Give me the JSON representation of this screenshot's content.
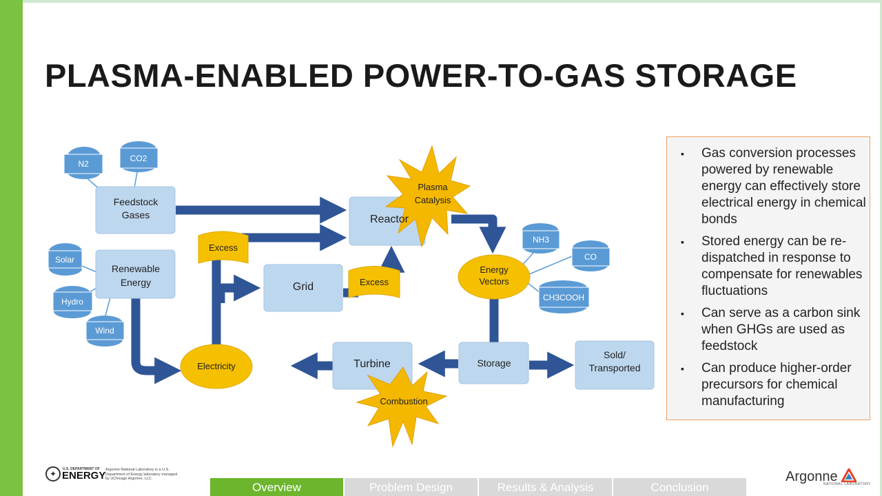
{
  "slide": {
    "title": "PLASMA-ENABLED POWER-TO-GAS STORAGE"
  },
  "diagram": {
    "nodes": {
      "feedstock": [
        "Feedstock",
        "Gases"
      ],
      "renewable": [
        "Renewable",
        "Energy"
      ],
      "reactor": "Reactor",
      "grid": "Grid",
      "energy_vectors": [
        "Energy",
        "Vectors"
      ],
      "electricity": "Electricity",
      "turbine": "Turbine",
      "storage": "Storage",
      "sold": [
        "Sold/",
        "Transported"
      ]
    },
    "tags": {
      "n2": "N2",
      "co2": "CO2",
      "solar": "Solar",
      "hydro": "Hydro",
      "wind": "Wind",
      "nh3": "NH3",
      "co": "CO",
      "ch3cooh": "CH3COOH"
    },
    "bursts": {
      "plasma": [
        "Plasma",
        "Catalysis"
      ],
      "combustion": "Combustion"
    },
    "flags": {
      "excess_left": "Excess",
      "excess_right": "Excess"
    },
    "colors": {
      "box": "#bdd7ee",
      "arrow": "#2f5597",
      "burst": "#f5b800",
      "tag": "#5b9bd5",
      "accent": "#7bc142"
    }
  },
  "bullets": [
    "Gas conversion processes powered by renewable energy can effectively store electrical energy in chemical bonds",
    "Stored energy can be re-dispatched in response to compensate for renewables fluctuations",
    "Can serve as a carbon sink when GHGs are used as feedstock",
    " Can produce higher-order precursors for chemical manufacturing"
  ],
  "footer": {
    "doe_small": "U.S. DEPARTMENT OF",
    "doe_big": "ENERGY",
    "doe_note": "Argonne National Laboratory is a U.S. Department of Energy laboratory managed by UChicago Argonne, LLC.",
    "argonne": "Argonne",
    "argonne_sub": "NATIONAL LABORATORY"
  },
  "nav": {
    "tabs": [
      "Overview",
      "Problem Design",
      "Results & Analysis",
      "Conclusion"
    ],
    "active": "Overview"
  }
}
